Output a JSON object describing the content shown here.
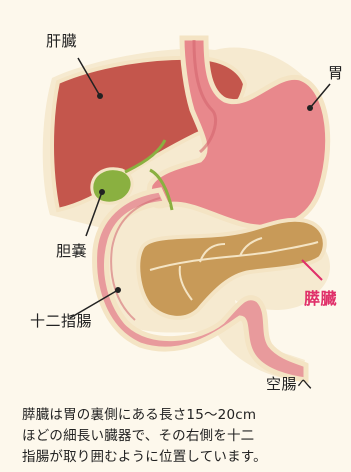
{
  "labels": {
    "liver": "肝臓",
    "stomach": "胃",
    "gallbladder": "胆嚢",
    "pancreas": "膵臓",
    "duodenum": "十二指腸",
    "jejunum": "空腸へ"
  },
  "caption": {
    "line1": "膵臓は胃の裏側にある長さ15〜20cm",
    "line2": "ほどの細長い臓器で、その右側を十二",
    "line3": "指腸が取り囲むように位置しています。"
  },
  "colors": {
    "background": "#fdf8ec",
    "liver": "#c4564c",
    "stomach": "#e8888c",
    "duodenum": "#e89a9c",
    "pancreas": "#c89a58",
    "gallbladder": "#8ab040",
    "outline": "#f4e4c4",
    "accent": "#e0306a"
  }
}
